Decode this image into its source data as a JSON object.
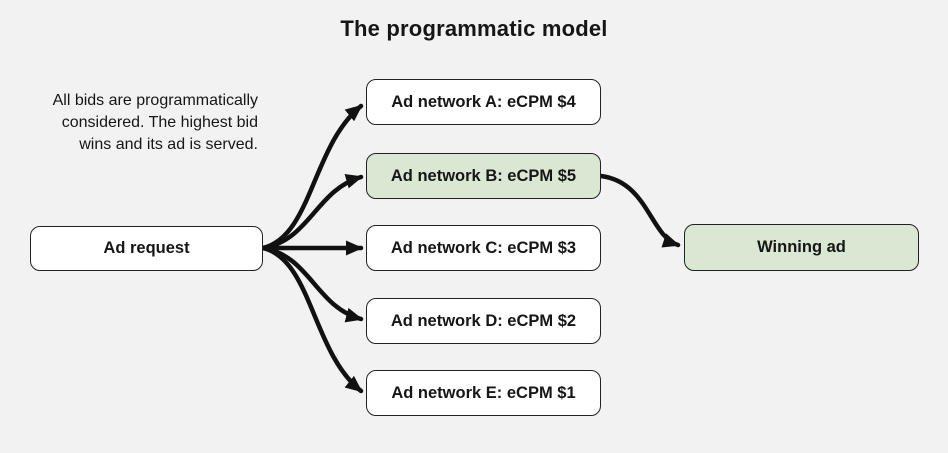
{
  "title": "The programmatic model",
  "description": {
    "lines": [
      "All bids are programmatically",
      "considered. The highest bid",
      "wins and its ad is served."
    ]
  },
  "diagram": {
    "source": {
      "label": "Ad request",
      "highlighted": false
    },
    "networks": [
      {
        "label": "Ad network A: eCPM $4",
        "highlighted": false
      },
      {
        "label": "Ad network B: eCPM $5",
        "highlighted": true
      },
      {
        "label": "Ad network C: eCPM $3",
        "highlighted": false
      },
      {
        "label": "Ad network D: eCPM $2",
        "highlighted": false
      },
      {
        "label": "Ad network E: eCPM $1",
        "highlighted": false
      }
    ],
    "winner": {
      "label": "Winning ad",
      "highlighted": true
    },
    "arrows": [
      "source-to-network-a",
      "source-to-network-b",
      "source-to-network-c",
      "source-to-network-d",
      "source-to-network-e",
      "network-b-to-winner"
    ]
  },
  "colors": {
    "background": "#f1f2f1",
    "box_background": "#ffffff",
    "highlight_background": "#d9e7d3",
    "border": "#222222",
    "text": "#161616",
    "arrow": "#111111"
  }
}
